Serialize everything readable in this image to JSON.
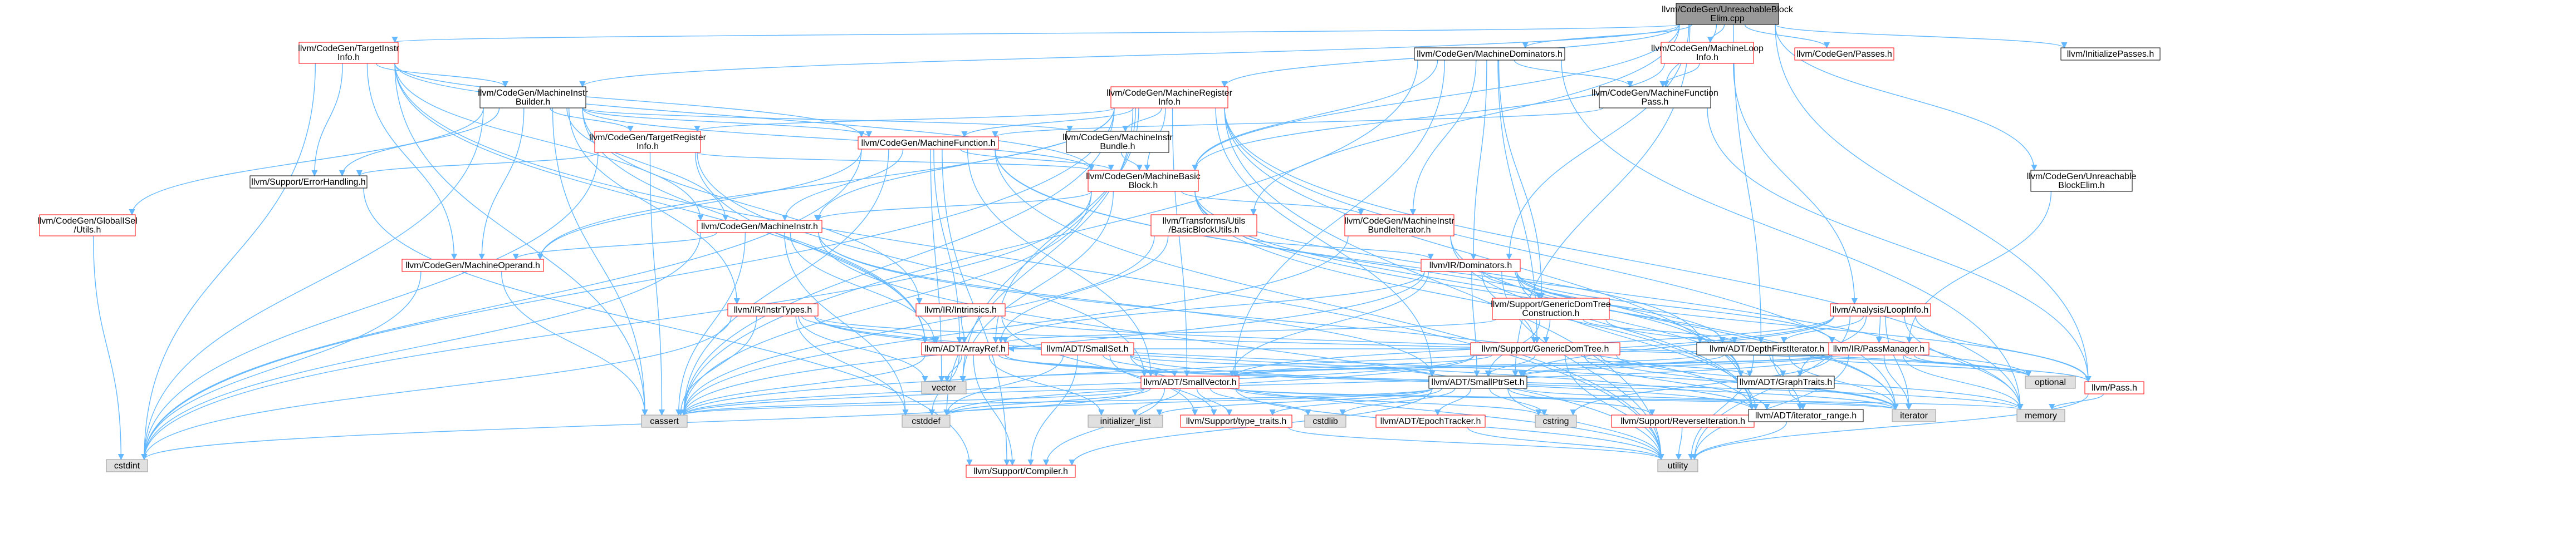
{
  "colors": {
    "edge": "#63b8ff",
    "edge_dark": "#4682b4",
    "border_default": "#000000",
    "border_incomplete": "#ff0000",
    "fill_default": "#ffffff",
    "fill_system": "#e0e0e0",
    "fill_root": "#999999"
  },
  "nodes": {
    "root": "llvm/CodeGen/UnreachableBlock\nElim.cpp",
    "cg_targetinstrinfo": "llvm/CodeGen/TargetInstr\nInfo.h",
    "cg_machinedominators": "llvm/CodeGen/MachineDominators.h",
    "cg_machineloopinfo": "llvm/CodeGen/MachineLoop\nInfo.h",
    "cg_passes": "llvm/CodeGen/Passes.h",
    "initializepasses": "llvm/InitializePasses.h",
    "cg_machineinstrbuilder": "llvm/CodeGen/MachineInstr\nBuilder.h",
    "cg_machineregisterinfo": "llvm/CodeGen/MachineRegister\nInfo.h",
    "cg_machinefunctionpass": "llvm/CodeGen/MachineFunction\nPass.h",
    "cg_targetregisterinfo": "llvm/CodeGen/TargetRegister\nInfo.h",
    "cg_machinefunction": "llvm/CodeGen/MachineFunction.h",
    "cg_machineinstrbundle": "llvm/CodeGen/MachineInstr\nBundle.h",
    "support_errorhandling": "llvm/Support/ErrorHandling.h",
    "cg_machinebasicblock": "llvm/CodeGen/MachineBasic\nBlock.h",
    "cg_unreachableblockelim_h": "llvm/CodeGen/Unreachable\nBlockElim.h",
    "cg_globalisel_utils": "llvm/CodeGen/GlobalISel\n/Utils.h",
    "cg_machineinstr": "llvm/CodeGen/MachineInstr.h",
    "transforms_basicblockutils": "llvm/Transforms/Utils\n/BasicBlockUtils.h",
    "cg_machineinstrbundleiterator": "llvm/CodeGen/MachineInstr\nBundleIterator.h",
    "cg_machineoperand": "llvm/CodeGen/MachineOperand.h",
    "ir_dominators": "llvm/IR/Dominators.h",
    "ir_intrinsics": "llvm/IR/Intrinsics.h",
    "ir_instrtypes": "llvm/IR/InstrTypes.h",
    "support_genericdomtreeconstruction": "llvm/Support/GenericDomTree\nConstruction.h",
    "analysis_loopinfo": "llvm/Analysis/LoopInfo.h",
    "adt_smallset": "llvm/ADT/SmallSet.h",
    "support_genericdomtree": "llvm/Support/GenericDomTree.h",
    "adt_arrayref": "llvm/ADT/ArrayRef.h",
    "adt_depthfirstiterator": "llvm/ADT/DepthFirstIterator.h",
    "ir_passmanager": "llvm/IR/PassManager.h",
    "pass_h": "llvm/Pass.h",
    "adt_smallvector": "llvm/ADT/SmallVector.h",
    "adt_smallptrset": "llvm/ADT/SmallPtrSet.h",
    "adt_graphtraits": "llvm/ADT/GraphTraits.h",
    "optional": "optional",
    "vector": "vector",
    "cassert": "cassert",
    "initializer_list": "initializer_list",
    "support_typetraits": "llvm/Support/type_traits.h",
    "cstddef": "cstddef",
    "cstdlib": "cstdlib",
    "adt_epochtracker": "llvm/ADT/EpochTracker.h",
    "cstring": "cstring",
    "support_reverseiteration": "llvm/Support/ReverseIteration.h",
    "adt_iterator_range": "llvm/ADT/iterator_range.h",
    "iterator": "iterator",
    "memory": "memory",
    "cstdint": "cstdint",
    "support_compiler": "llvm/Support/Compiler.h",
    "utility": "utility"
  }
}
